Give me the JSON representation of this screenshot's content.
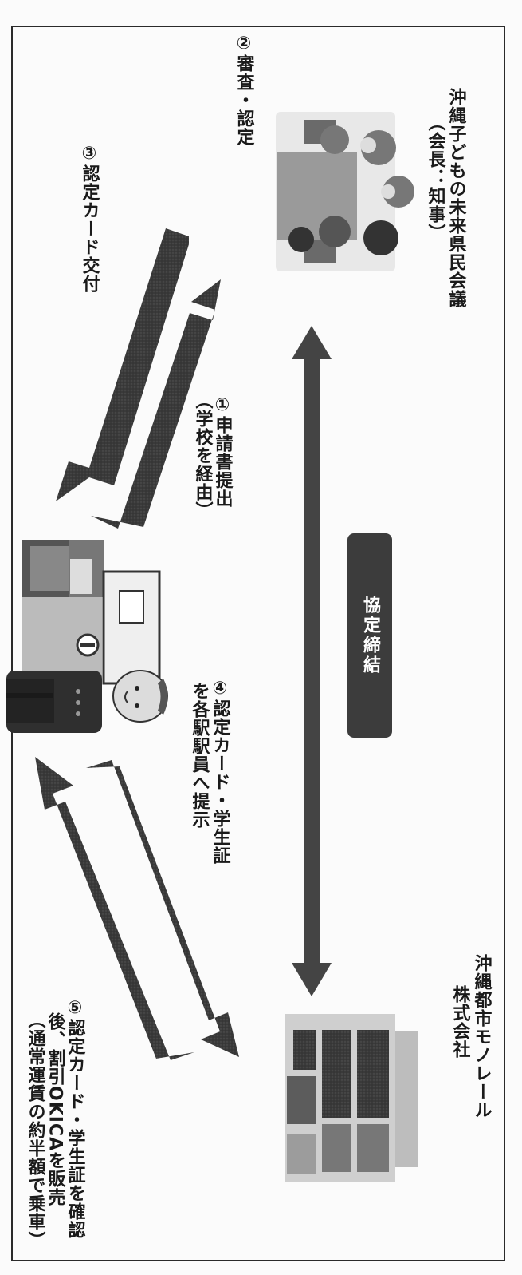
{
  "council": {
    "name": "沖縄子どもの未来県民会議",
    "chair": "（会長：知事）"
  },
  "monorail": {
    "name": "沖縄都市モノレール",
    "suffix": "株式会社"
  },
  "agreement": "協定締結",
  "steps": {
    "s1_line1": "①申請書提出",
    "s1_line2": "（学校を経由）",
    "s2": "②審査・認定",
    "s3": "③認定カード交付",
    "s4_line1": "④認定カード・学生証",
    "s4_line2": "を各駅駅員へ提示",
    "s5_line1": "⑤認定カード・学生証を確認",
    "s5_line2": "後、割引OKICAを販売",
    "s5_line3": "（通常運賃の約半額で乗車）"
  }
}
